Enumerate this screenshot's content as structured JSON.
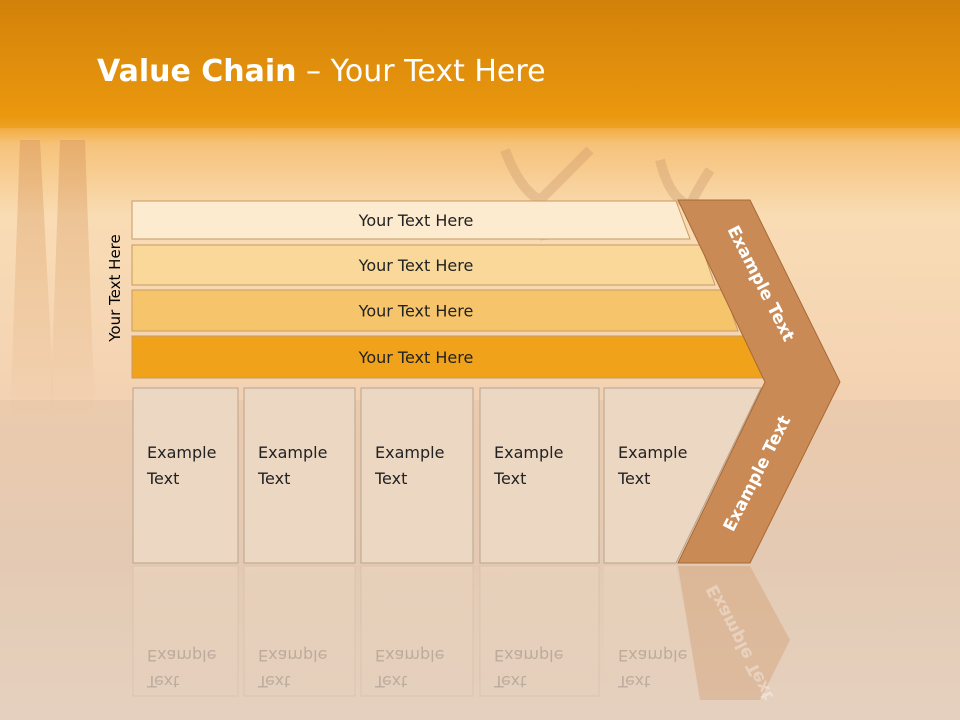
{
  "title": {
    "bold": "Value Chain",
    "rest": " – Your Text Here"
  },
  "side_label": "Your Text Here",
  "bars": [
    {
      "label": "Your Text Here",
      "color": "#fcebcf"
    },
    {
      "label": "Your Text Here",
      "color": "#f9d89a"
    },
    {
      "label": "Your Text Here",
      "color": "#f6c56b"
    },
    {
      "label": "Your Text Here",
      "color": "#f0a21a"
    }
  ],
  "columns": [
    {
      "line1": "Example",
      "line2": "Text"
    },
    {
      "line1": "Example",
      "line2": "Text"
    },
    {
      "line1": "Example",
      "line2": "Text"
    },
    {
      "line1": "Example",
      "line2": "Text"
    },
    {
      "line1": "Example",
      "line2": "Text"
    }
  ],
  "chevron": {
    "top_label": "Example Text",
    "bottom_label": "Example Text",
    "color": "#c98a55"
  },
  "colors": {
    "header": "#e8950c",
    "box_fill": "#ecd7c2",
    "box_stroke": "#b9a48f"
  }
}
